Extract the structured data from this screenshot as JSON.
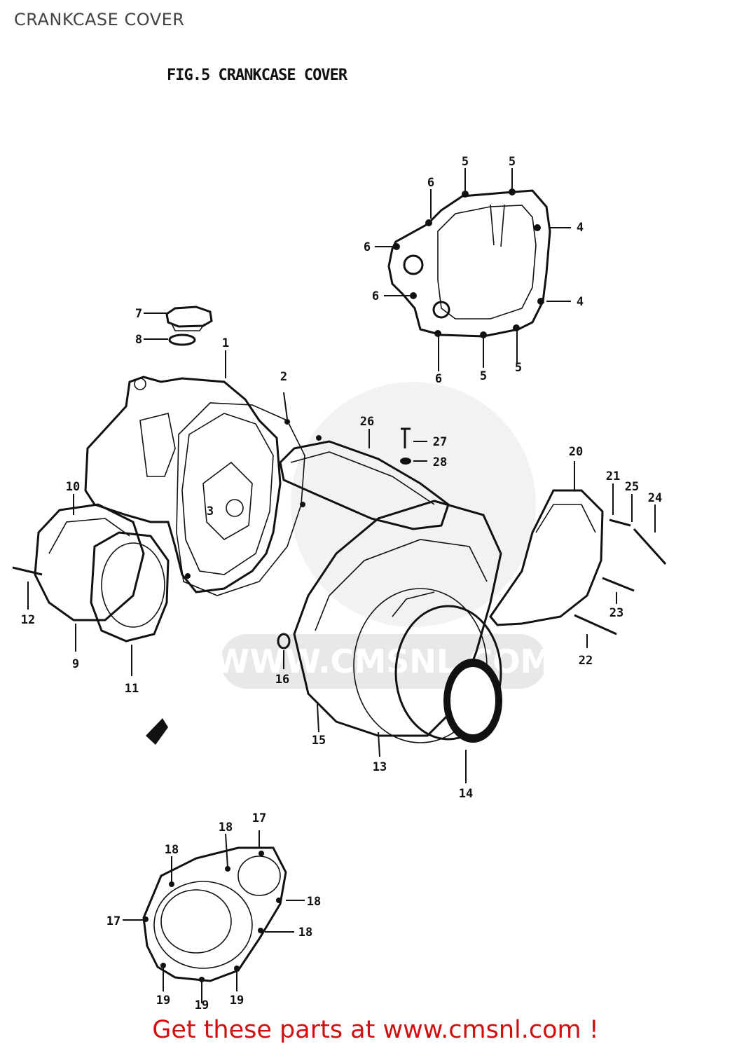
{
  "page": {
    "title": "CRANKCASE COVER"
  },
  "figure": {
    "title": "FIG.5  CRANKCASE COVER"
  },
  "watermark": {
    "text": "WWW.CMSNL.COM"
  },
  "footer": {
    "cta": "Get these parts at www.cmsnl.com !",
    "color": "#d01010"
  },
  "callouts": {
    "p1": "1",
    "p2": "2",
    "p3": "3",
    "p4a": "4",
    "p4b": "4",
    "p5a": "5",
    "p5b": "5",
    "p5c": "5",
    "p5d": "5",
    "p6a": "6",
    "p6b": "6",
    "p6c": "6",
    "p6d": "6",
    "p7": "7",
    "p8": "8",
    "p9": "9",
    "p10": "10",
    "p11": "11",
    "p12": "12",
    "p13": "13",
    "p14": "14",
    "p15": "15",
    "p16": "16",
    "p17a": "17",
    "p17b": "17",
    "p18a": "18",
    "p18b": "18",
    "p18c": "18",
    "p18d": "18",
    "p19a": "19",
    "p19b": "19",
    "p19c": "19",
    "p20": "20",
    "p21": "21",
    "p22": "22",
    "p23": "23",
    "p24": "24",
    "p25": "25",
    "p26": "26",
    "p27": "27",
    "p28": "28"
  }
}
